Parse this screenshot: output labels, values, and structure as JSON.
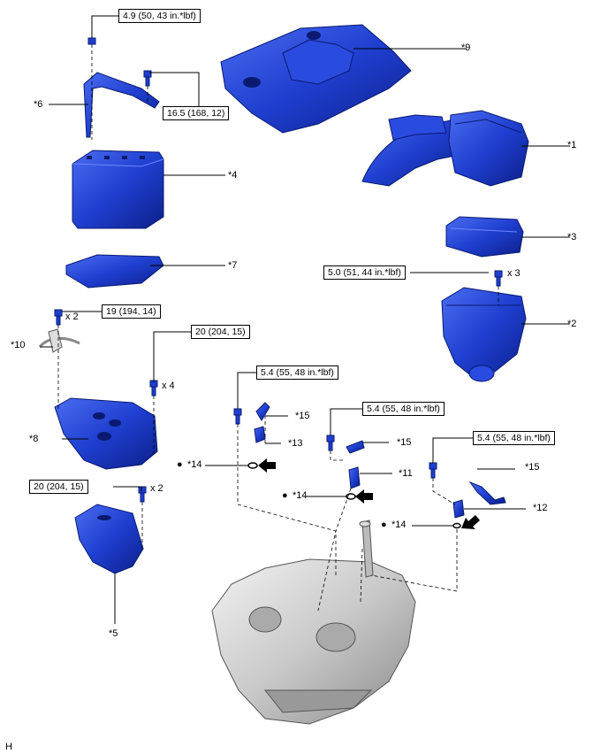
{
  "figure_code": "H",
  "accent_color": "#1f3fd0",
  "callouts": {
    "c1": "*1",
    "c2": "*2",
    "c3": "*3",
    "c4": "*4",
    "c5": "*5",
    "c6": "*6",
    "c7": "*7",
    "c8": "*8",
    "c9": "*9",
    "c10": "*10",
    "c11": "*11",
    "c12": "*12",
    "c13": "*13",
    "c14a": "*14",
    "c14b": "*14",
    "c14c": "*14",
    "c15a": "*15",
    "c15b": "*15",
    "c15c": "*15"
  },
  "torques": {
    "t_clamp_nut": "4.9 (50, 43 in.*lbf)",
    "t_clamp_bolt": "16.5 (168, 12)",
    "t_aircleaner": "5.0 (51, 44 in.*lbf)",
    "t_bracket_top": "19 (194, 14)",
    "t_tray_bolts": "20 (204, 15)",
    "t_bracket_low": "20 (204, 15)",
    "t_sensor_13": "5.4 (55, 48 in.*lbf)",
    "t_sensor_11": "5.4 (55, 48 in.*lbf)",
    "t_sensor_12": "5.4 (55, 48 in.*lbf)"
  },
  "quantities": {
    "q_aircleaner": "x 3",
    "q_bracket_top": "x 2",
    "q_tray": "x 4",
    "q_bracket_low": "x 2"
  },
  "bullets": {
    "b1": "●",
    "b2": "●",
    "b3": "●"
  }
}
